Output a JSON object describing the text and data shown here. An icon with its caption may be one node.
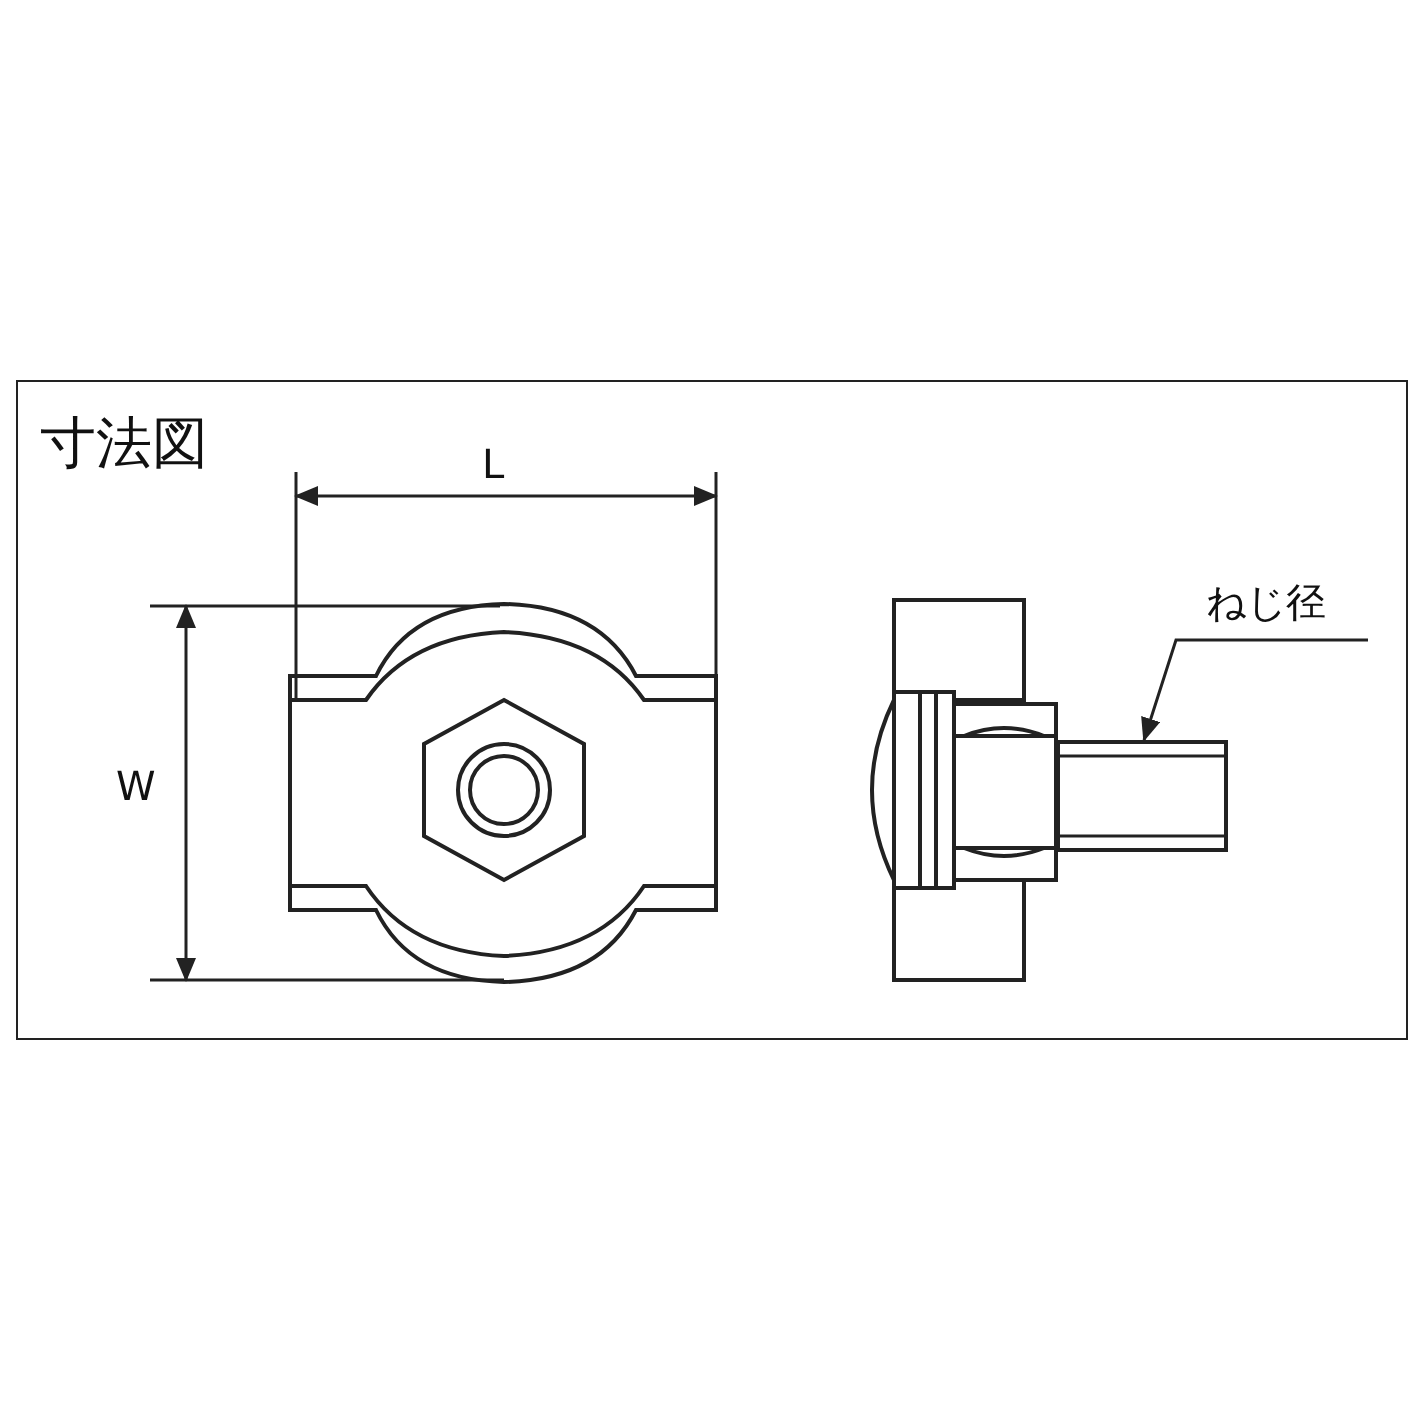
{
  "diagram": {
    "title": "寸法図",
    "nodes": [
      {
        "text": [
          "ねじ径"
        ]
      },
      {
        "text": [],
        "shape": "box"
      }
    ],
    "edges": [
      {
        "from": 0,
        "to": 1,
        "arrow": "to"
      }
    ],
    "labels": [
      "L",
      "W"
    ]
  }
}
